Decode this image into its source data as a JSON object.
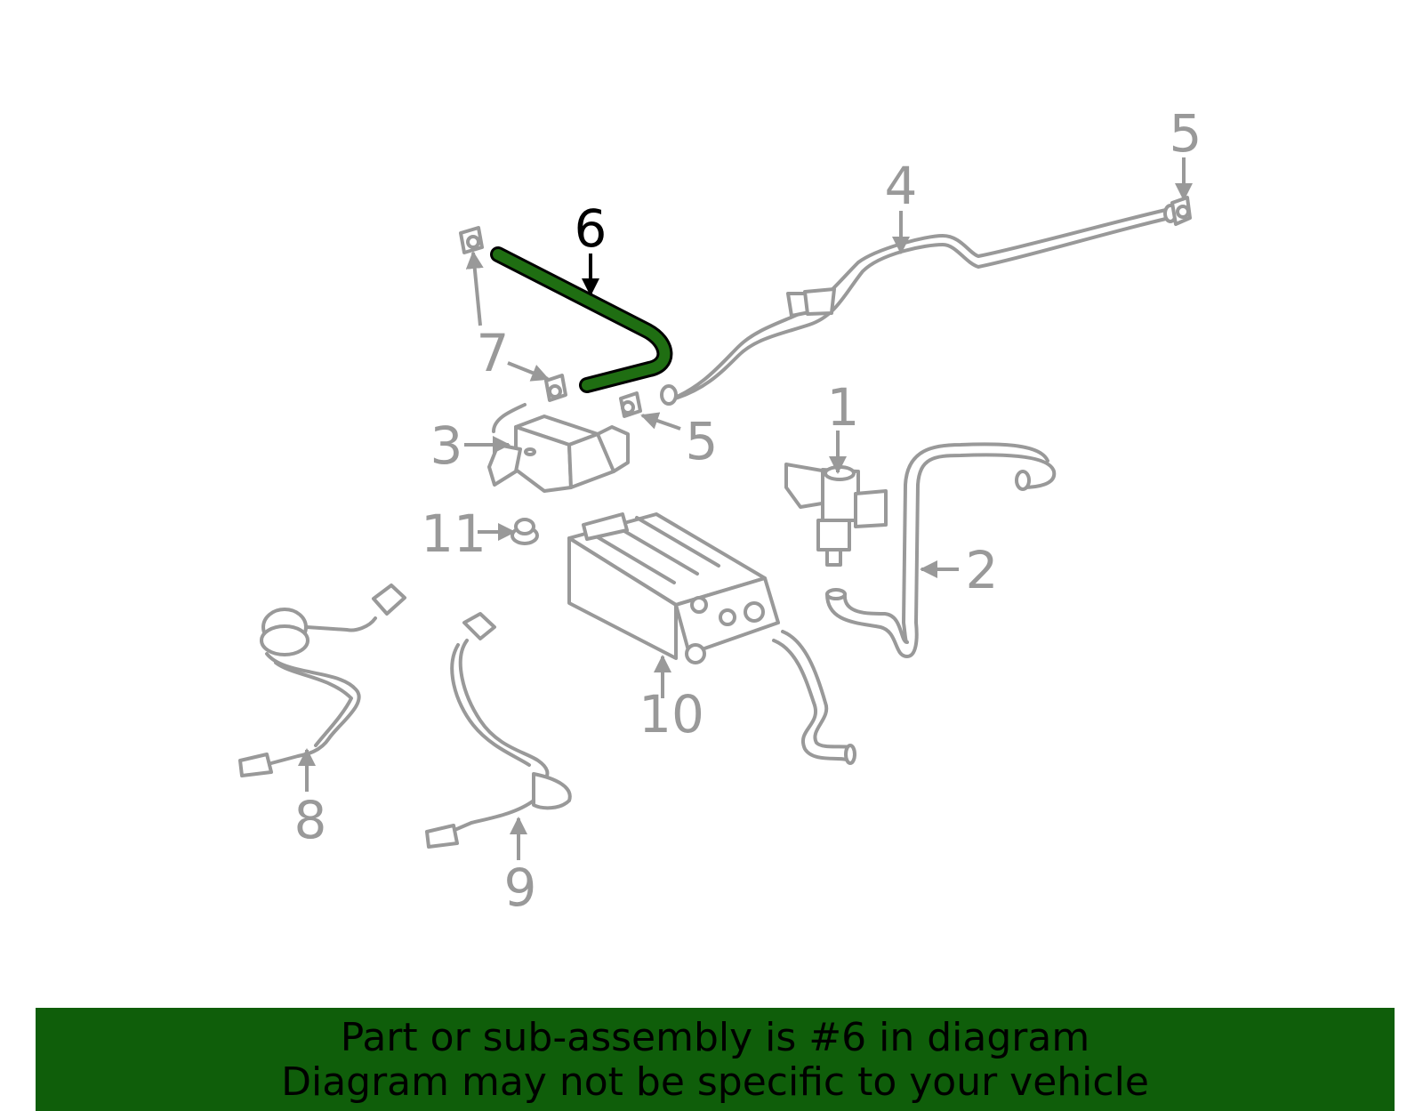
{
  "callouts": [
    {
      "id": "1",
      "text": "1"
    },
    {
      "id": "2",
      "text": "2"
    },
    {
      "id": "3",
      "text": "3"
    },
    {
      "id": "4",
      "text": "4"
    },
    {
      "id": "5a",
      "text": "5"
    },
    {
      "id": "5b",
      "text": "5"
    },
    {
      "id": "6",
      "text": "6"
    },
    {
      "id": "7",
      "text": "7"
    },
    {
      "id": "8",
      "text": "8"
    },
    {
      "id": "9",
      "text": "9"
    },
    {
      "id": "10",
      "text": "10"
    },
    {
      "id": "11",
      "text": "11"
    }
  ],
  "highlighted_part": "6",
  "colors": {
    "highlight_part": "#1f6e12",
    "banner_background": "#0f5e0a",
    "diagram_lines": "#999999",
    "banner_text": "#000000"
  },
  "banner": {
    "line1": "Part or sub-assembly is #6 in diagram",
    "line2": "Diagram may not be specific to your vehicle"
  }
}
